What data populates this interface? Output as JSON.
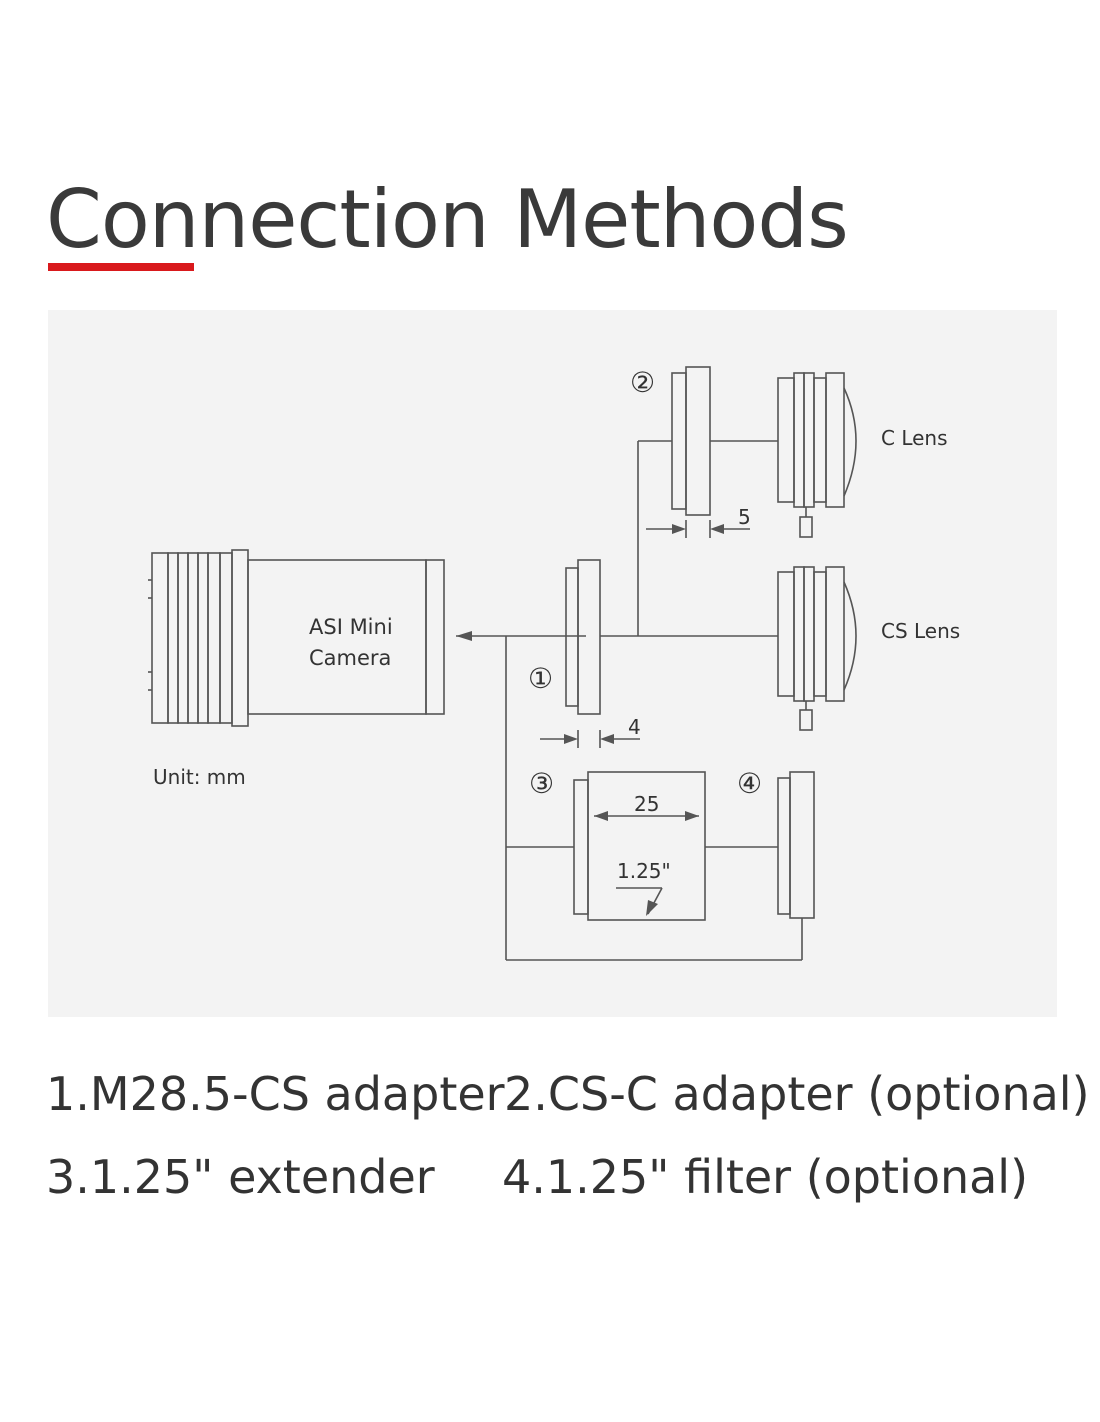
{
  "page": {
    "title": "Connection Methods",
    "accent_color": "#d9191c",
    "diagram_bg": "#f3f3f3"
  },
  "diagram": {
    "camera_label_line1": "ASI Mini",
    "camera_label_line2": "Camera",
    "unit_label": "Unit: mm",
    "c_lens_label": "C Lens",
    "cs_lens_label": "CS Lens",
    "marker_1": "①",
    "marker_2": "②",
    "marker_3": "③",
    "marker_4": "④",
    "dim_2": "5",
    "dim_1": "4",
    "dim_extender_length": "25",
    "dim_extender_size": "1.25\""
  },
  "legend": {
    "item1": "1.M28.5-CS adapter",
    "item2": "2.CS-C adapter (optional)",
    "item3": "3.1.25\" extender",
    "item4": "4.1.25\" filter (optional)"
  }
}
